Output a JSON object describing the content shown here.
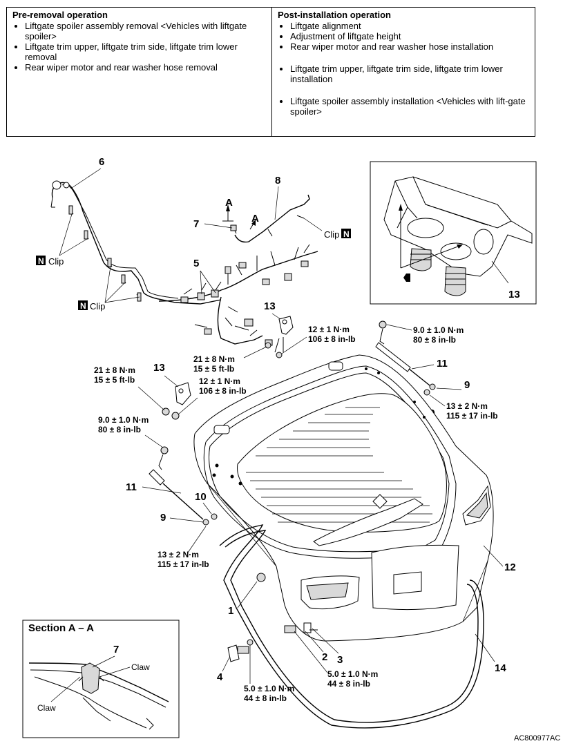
{
  "pre_removal": {
    "title": "Pre-removal operation",
    "items": [
      "Liftgate spoiler assembly removal <Vehicles with liftgate spoiler>",
      "Liftgate trim upper, liftgate trim side, liftgate trim lower removal",
      "Rear wiper motor and rear washer hose removal"
    ]
  },
  "post_installation": {
    "title": "Post-installation operation",
    "items": [
      "Liftgate alignment",
      "Adjustment of liftgate height",
      "Rear wiper motor and rear washer hose installation",
      "Liftgate trim upper, liftgate trim side, liftgate trim lower installation",
      "Liftgate spoiler assembly installation <Vehicles with lift-gate spoiler>"
    ]
  },
  "diagram": {
    "callouts": {
      "n1": "1",
      "n2": "2",
      "n3": "3",
      "n4": "4",
      "n5": "5",
      "n6": "6",
      "n7": "7",
      "n8": "8",
      "n9a": "9",
      "n9b": "9",
      "n10a": "10",
      "n10b": "10",
      "n11a": "11",
      "n11b": "11",
      "n12": "12",
      "n13a": "13",
      "n13b": "13",
      "n13c": "13",
      "n14": "14"
    },
    "section_markers": {
      "a1": "A",
      "a2": "A"
    },
    "clip_label": "Clip",
    "n_badge": "N",
    "torques": {
      "t_12_top": [
        "12 ± 1 N·m",
        "106 ± 8 in-lb"
      ],
      "t_21_top": [
        "21 ± 8 N·m",
        "15 ± 5 ft-lb"
      ],
      "t_9_right": [
        "9.0 ± 1.0 N·m",
        "80 ± 8 in-lb"
      ],
      "t_13_right": [
        "13 ± 2 N·m",
        "115 ± 17 in-lb"
      ],
      "t_21_left": [
        "21 ± 8 N·m",
        "15 ± 5 ft-lb"
      ],
      "t_12_left": [
        "12 ± 1 N·m",
        "106 ± 8 in-lb"
      ],
      "t_9_left": [
        "9.0 ± 1.0 N·m",
        "80 ± 8 in-lb"
      ],
      "t_13_left": [
        "13 ± 2 N·m",
        "115 ± 17 in-lb"
      ],
      "t_5_right": [
        "5.0 ± 1.0 N·m",
        "44 ± 8 in-lb"
      ],
      "t_5_left": [
        "5.0 ± 1.0 N·m",
        "44 ± 8 in-lb"
      ]
    },
    "section": {
      "title": "Section A – A",
      "claw": "Claw",
      "claw2": "Claw",
      "num7": "7"
    },
    "drawing_code": "AC800977AC"
  }
}
